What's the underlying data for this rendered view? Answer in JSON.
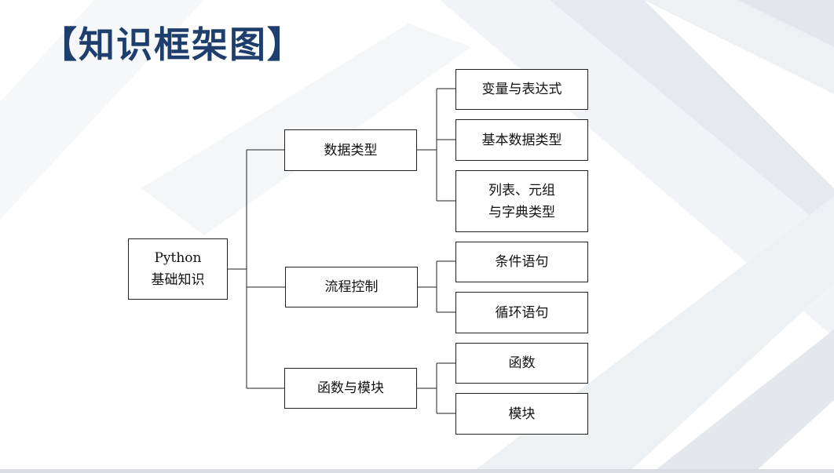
{
  "title": "【知识框架图】",
  "diagram": {
    "root": {
      "line1": "Python",
      "line2": "基础知识"
    },
    "branches": [
      {
        "label": "数据类型",
        "children": [
          {
            "line1": "变量与表达式"
          },
          {
            "line1": "基本数据类型"
          },
          {
            "line1": "列表、元组",
            "line2": "与字典类型"
          }
        ]
      },
      {
        "label": "流程控制",
        "children": [
          {
            "line1": "条件语句"
          },
          {
            "line1": "循环语句"
          }
        ]
      },
      {
        "label": "函数与模块",
        "children": [
          {
            "line1": "函数"
          },
          {
            "line1": "模块"
          }
        ]
      }
    ]
  },
  "colors": {
    "title": "#1e3f6e",
    "border": "#222222",
    "text": "#111111",
    "background_stripes": "#e3e7ec"
  }
}
